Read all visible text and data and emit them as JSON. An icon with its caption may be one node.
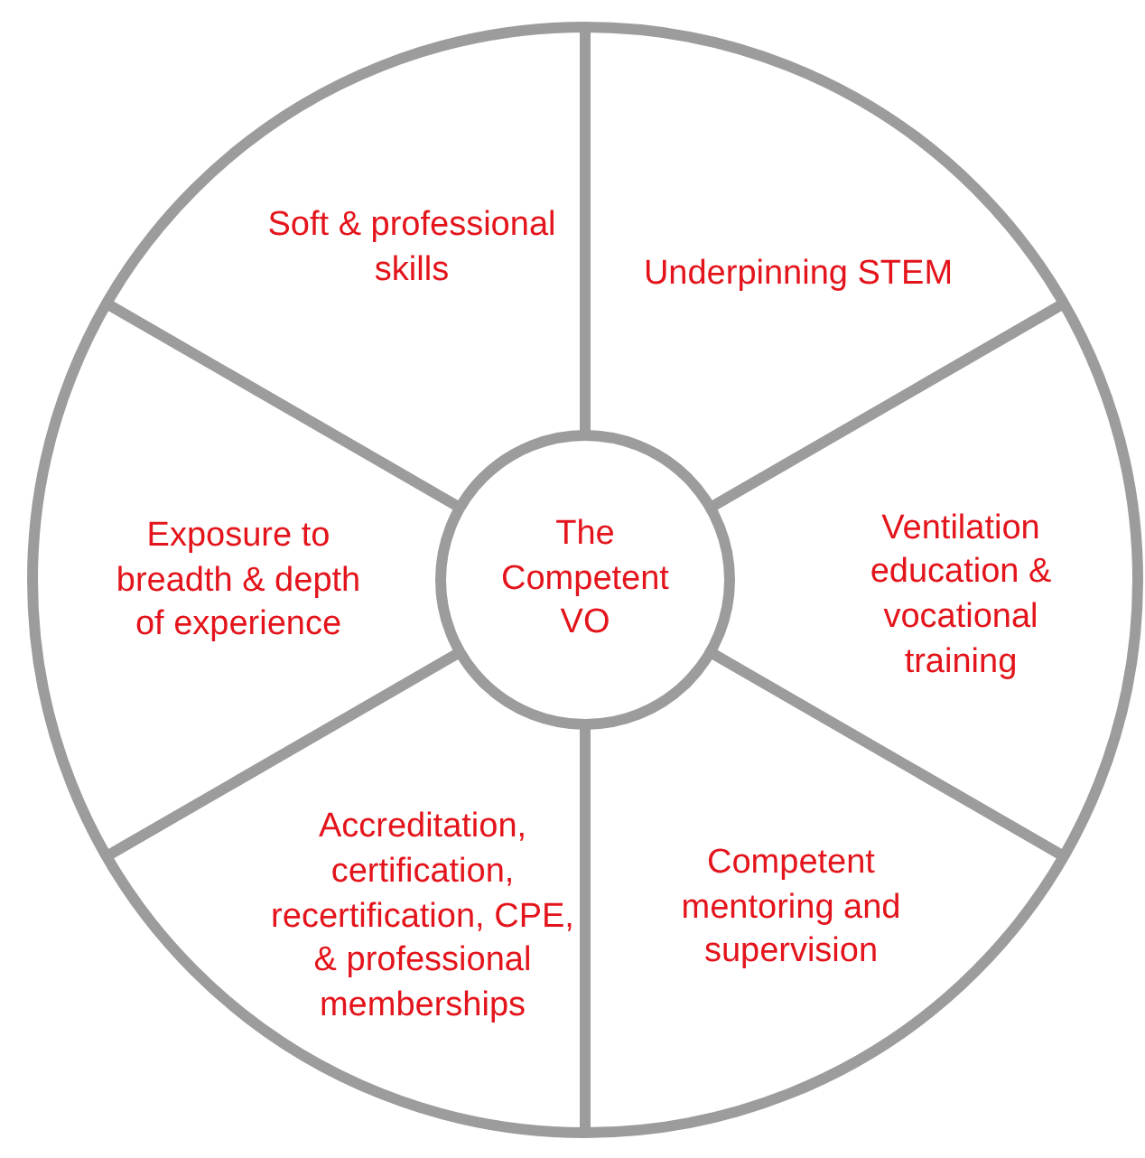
{
  "diagram": {
    "nodes": [
      {
        "text": [
          "Soft & professional skills"
        ]
      },
      {
        "text": [
          "Underpinning STEM"
        ]
      },
      {
        "text": [
          "Exposure to breadth & depth of experience"
        ]
      },
      {
        "text": [
          "The Competent VO"
        ]
      },
      {
        "text": [
          "Ventilation education & vocational training"
        ]
      },
      {
        "text": [
          "Accreditation, certification, recertification, CPE, & professional memberships"
        ]
      },
      {
        "text": [
          "Competent mentoring and supervision"
        ]
      }
    ]
  }
}
